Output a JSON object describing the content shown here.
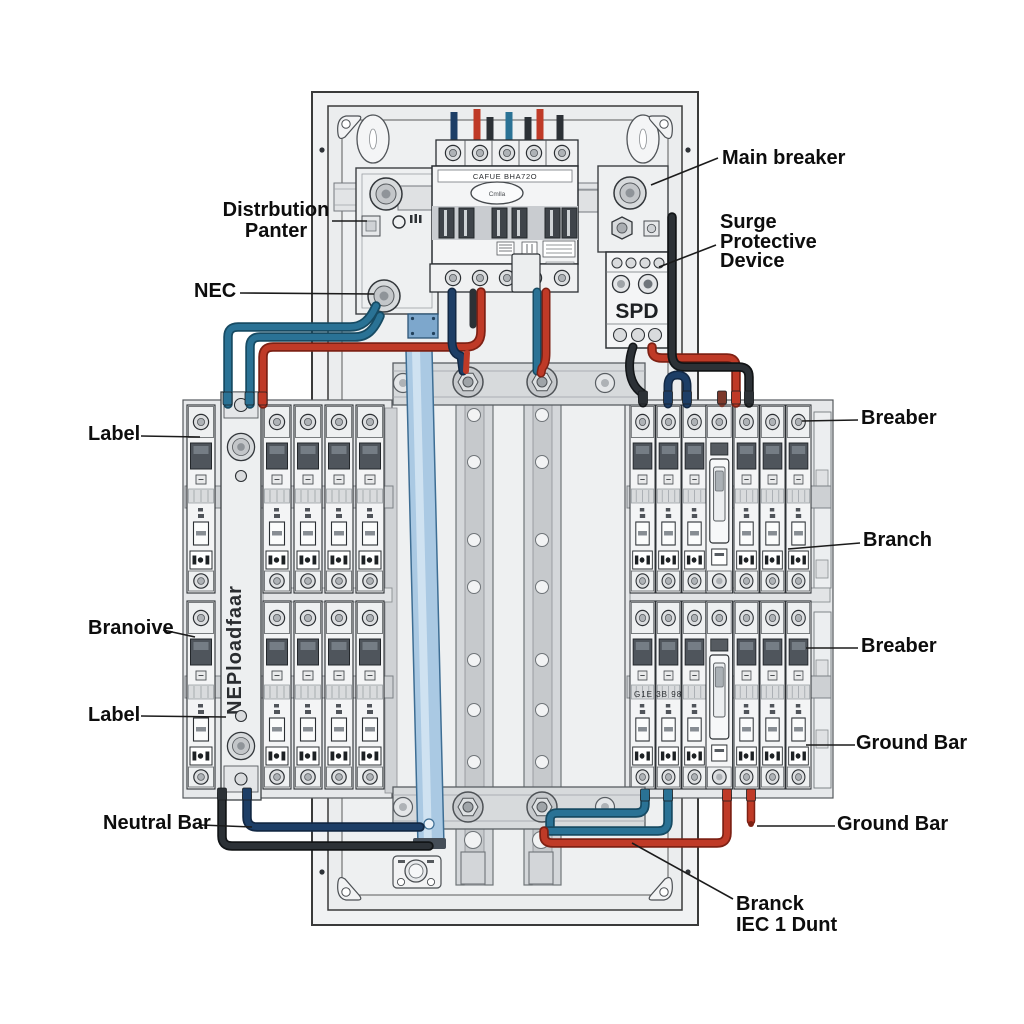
{
  "figure": {
    "kind": "electrical distribution panel technical illustration",
    "style": "line-art diagram with callout labels"
  },
  "labels": {
    "distribution_panel": "Distrbution\nPanter",
    "nec": "NEC",
    "main_breaker": "Main breaker",
    "surge_protective_device": "Surge\nProtective\nDevice",
    "breaker_top_right": "Breaber",
    "branch_right": "Branch",
    "breaker_bottom_right": "Breaber",
    "ground_bar_upper": "Ground Bar",
    "ground_bar_lower": "Ground Bar",
    "branch_iec": "Branck\nIEC 1 Dunt",
    "label_upper_left": "Label",
    "branch_left": "Branoive",
    "label_lower_left": "Label",
    "neutral_bar": "Neutral Bar"
  },
  "panel_texts": {
    "spd": "SPD",
    "main_breaker_marking": "CAFUE BHA72O",
    "main_breaker_logo": "Cmlla",
    "neutral_strip_marking": "NEPloadfaar",
    "right_bank_marking": "G1E 3B 98"
  },
  "colors": {
    "panel_fill": "#eef0f1",
    "wire_red": "#bf3a27",
    "wire_teal": "#2a7295",
    "wire_navy": "#1d3e66",
    "wire_black": "#2c3136",
    "wire_brown": "#7c392c",
    "blue_bar": "#aac9e3",
    "metal": "#d4d7da"
  }
}
